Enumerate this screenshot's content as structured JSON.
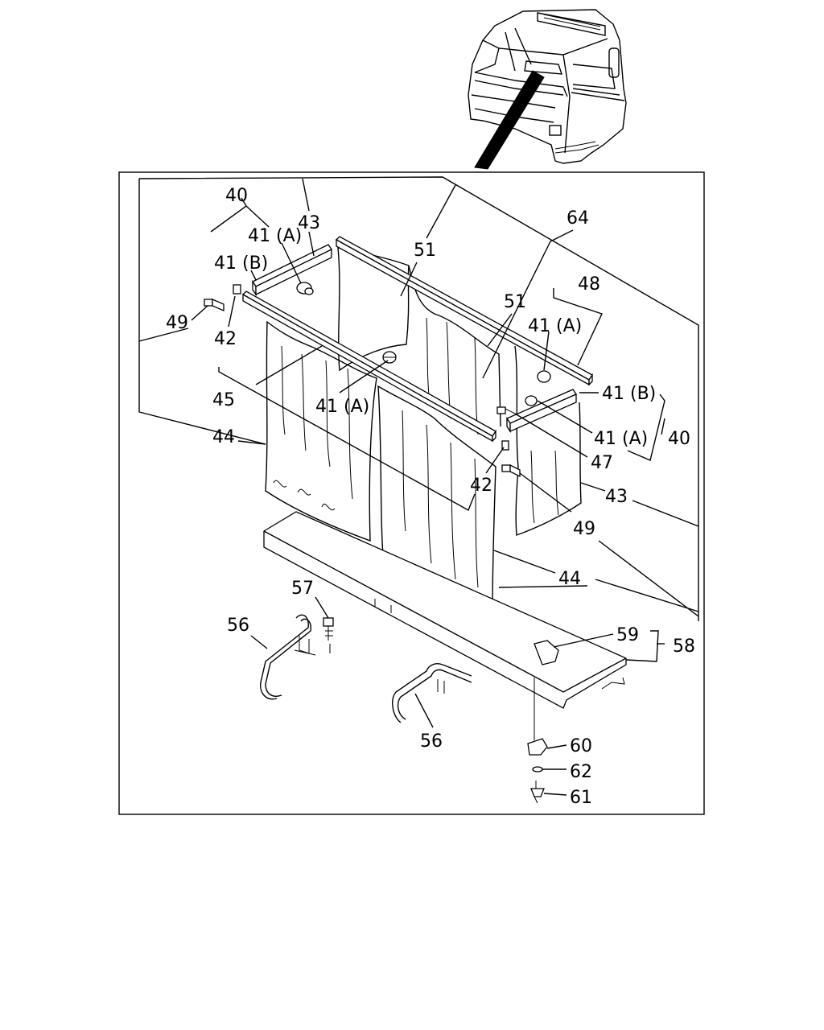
{
  "labels": {
    "c40a": "40",
    "c41a_top_left": "41 (A)",
    "c43_top": "43",
    "c41b_left": "41 (B)",
    "c49_left": "49",
    "c42_left": "42",
    "c45": "45",
    "c44_left": "44",
    "c51_left": "51",
    "c64": "64",
    "c51_right": "51",
    "c48": "48",
    "c41a_right_top": "41 (A)",
    "c41a_center": "41 (A)",
    "c41b_right": "41 (B)",
    "c41a_right_bottom": "41 (A)",
    "c40b": "40",
    "c47": "47",
    "c42_bottom": "42",
    "c43_right": "43",
    "c49_right": "49",
    "c44_right": "44",
    "c57": "57",
    "c56_left": "56",
    "c59": "59",
    "c58": "58",
    "c56_bottom": "56",
    "c60": "60",
    "c62": "62",
    "c61": "61"
  },
  "colors": {
    "ink": "#000000",
    "background": "#ffffff"
  }
}
